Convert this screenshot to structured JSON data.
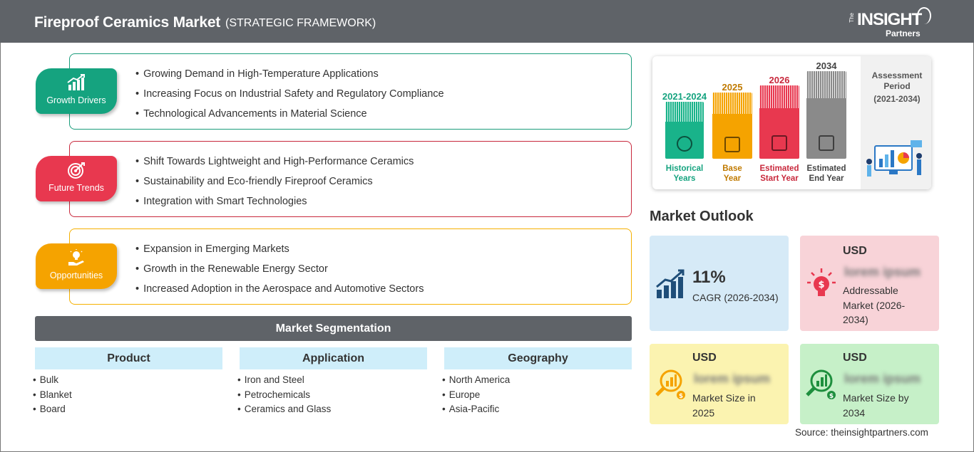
{
  "header": {
    "title": "Fireproof Ceramics Market",
    "subtitle": "(STRATEGIC FRAMEWORK)",
    "logo": {
      "the": "The",
      "insight": "INSIGHT",
      "partners": "Partners"
    }
  },
  "strategy": [
    {
      "tag": "Growth Drivers",
      "icon": "growth-chart-icon",
      "color": "#15a37f",
      "items": [
        "Growing Demand in High-Temperature Applications",
        "Increasing Focus on Industrial Safety and Regulatory Compliance",
        "Technological Advancements in Material Science"
      ]
    },
    {
      "tag": "Future Trends",
      "icon": "target-icon",
      "color": "#e8384f",
      "items": [
        "Shift Towards Lightweight and High-Performance Ceramics",
        "Sustainability and Eco-friendly Fireproof Ceramics",
        "Integration with Smart Technologies"
      ]
    },
    {
      "tag": "Opportunities",
      "icon": "lightbulb-hand-icon",
      "color": "#f5a300",
      "items": [
        "Expansion in Emerging Markets",
        "Growth in the Renewable Energy Sector",
        "Increased Adoption in the Aerospace and Automotive Sectors"
      ]
    }
  ],
  "segmentation": {
    "title": "Market Segmentation",
    "columns": [
      {
        "name": "Product",
        "items": [
          "Bulk",
          "Blanket",
          "Board"
        ]
      },
      {
        "name": "Application",
        "items": [
          "Iron and Steel",
          "Petrochemicals",
          "Ceramics and Glass"
        ]
      },
      {
        "name": "Geography",
        "items": [
          "North America",
          "Europe",
          "Asia-Pacific"
        ]
      }
    ]
  },
  "timeline": {
    "bars": [
      {
        "year": "2021-2024",
        "label_1": "Historical",
        "label_2": "Years",
        "color": "#19b38a",
        "text_color": "#15a37f",
        "icon": "history-icon"
      },
      {
        "year": "2025",
        "label_1": "Base",
        "label_2": "Year",
        "color": "#f5a300",
        "text_color": "#c07a00",
        "icon": "calendar-icon"
      },
      {
        "year": "2026",
        "label_1": "Estimated",
        "label_2": "Start Year",
        "color": "#e8384f",
        "text_color": "#c8283c",
        "icon": "forecast-icon"
      },
      {
        "year": "2034",
        "label_1": "Estimated",
        "label_2": "End Year",
        "color": "#8a8a8a",
        "text_color": "#444444",
        "icon": "presentation-icon"
      }
    ],
    "assessment_title": "Assessment Period",
    "assessment_period": "(2021-2034)"
  },
  "outlook": {
    "title": "Market Outlook",
    "cagr": {
      "value": "11%",
      "label": "CAGR (2026-2034)",
      "bg": "#d6eaf7",
      "icon": "bar-growth-icon"
    },
    "addressable": {
      "currency": "USD",
      "value": "lorem ipsum",
      "label": "Addressable Market (2026-2034)",
      "bg": "#f8d3d8",
      "icon": "idea-dollar-icon"
    },
    "size_2025": {
      "currency": "USD",
      "value": "lorem ipsum",
      "label": "Market Size in 2025",
      "bg": "#fbf3b0",
      "icon": "magnifier-chart-icon"
    },
    "size_2034": {
      "currency": "USD",
      "value": "lorem ipsum",
      "label": "Market Size by 2034",
      "bg": "#c6f0c8",
      "icon": "magnifier-chart-icon"
    }
  },
  "source": "Source: theinsightpartners.com"
}
